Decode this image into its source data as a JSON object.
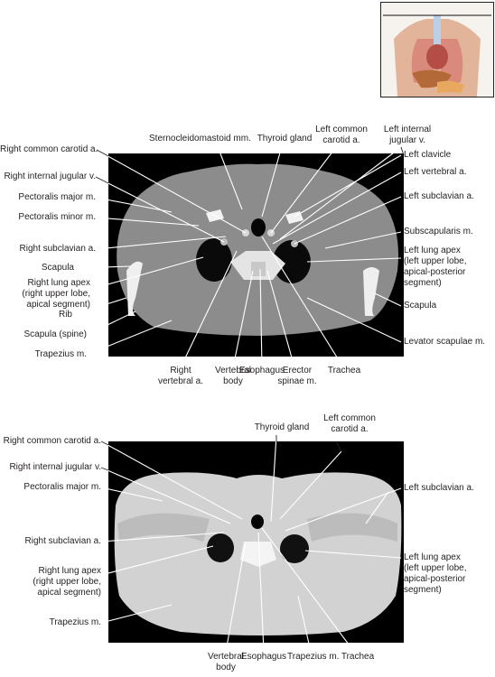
{
  "figure1": {
    "labels_left": [
      "Right common carotid a.",
      "Right internal jugular v.",
      "Pectoralis major m.",
      "Pectoralis minor m.",
      "Right subclavian a.",
      "Scapula",
      "Right lung apex\n(right upper lobe,\napical segment)",
      "Rib",
      "Scapula (spine)",
      "Trapezius m."
    ],
    "labels_top": [
      "Sternocleidomastoid mm.",
      "Thyroid gland",
      "Left common\ncarotid a.",
      "Left internal\njugular v."
    ],
    "labels_right": [
      "Left clavicle",
      "Left vertebral a.",
      "Left subclavian a.",
      "Subscapularis m.",
      "Left lung apex\n(left upper lobe,\napical-posterior\nsegment)",
      "Scapula",
      "Levator scapulae m."
    ],
    "labels_bottom": [
      "Right\nvertebral a.",
      "Vertebral\nbody",
      "Esophagus",
      "Erector\nspinae m.",
      "Trachea"
    ]
  },
  "figure2": {
    "labels_left": [
      "Right common carotid a.",
      "Right internal jugular v.",
      "Pectoralis major m.",
      "Right subclavian a.",
      "Right lung apex\n(right upper lobe,\napical segment)",
      "Trapezius m."
    ],
    "labels_top": [
      "Thyroid gland",
      "Left common\ncarotid a."
    ],
    "labels_right": [
      "Left subclavian a.",
      "Left lung apex\n(left upper lobe,\napical-posterior\nsegment)"
    ],
    "labels_bottom": [
      "Vertebral\nbody",
      "Esophagus",
      "Trapezius m.",
      "Trachea"
    ]
  }
}
